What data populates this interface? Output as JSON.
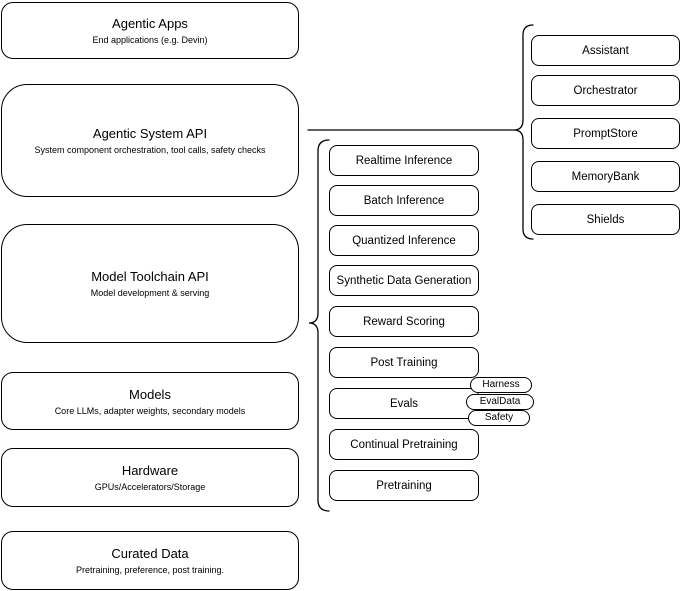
{
  "diagram": {
    "left_stack": [
      {
        "title": "Agentic Apps",
        "subtitle": "End applications (e.g. Devin)"
      },
      {
        "title": "Agentic System API",
        "subtitle": "System component orchestration, tool calls, safety checks"
      },
      {
        "title": "Model Toolchain API",
        "subtitle": "Model development & serving"
      },
      {
        "title": "Models",
        "subtitle": "Core LLMs, adapter weights, secondary models"
      },
      {
        "title": "Hardware",
        "subtitle": "GPUs/Accelerators/Storage"
      },
      {
        "title": "Curated Data",
        "subtitle": "Pretraining, preference, post training."
      }
    ],
    "toolchain_components": [
      "Realtime Inference",
      "Batch Inference",
      "Quantized Inference",
      "Synthetic Data Generation",
      "Reward Scoring",
      "Post Training",
      "Evals",
      "Continual Pretraining",
      "Pretraining"
    ],
    "eval_pills": [
      "Harness",
      "EvalData",
      "Safety"
    ],
    "system_components": [
      "Assistant",
      "Orchestrator",
      "PromptStore",
      "MemoryBank",
      "Shields"
    ],
    "colors": {
      "stroke": "#000000",
      "fill": "#ffffff",
      "background": "#ffffff"
    }
  }
}
